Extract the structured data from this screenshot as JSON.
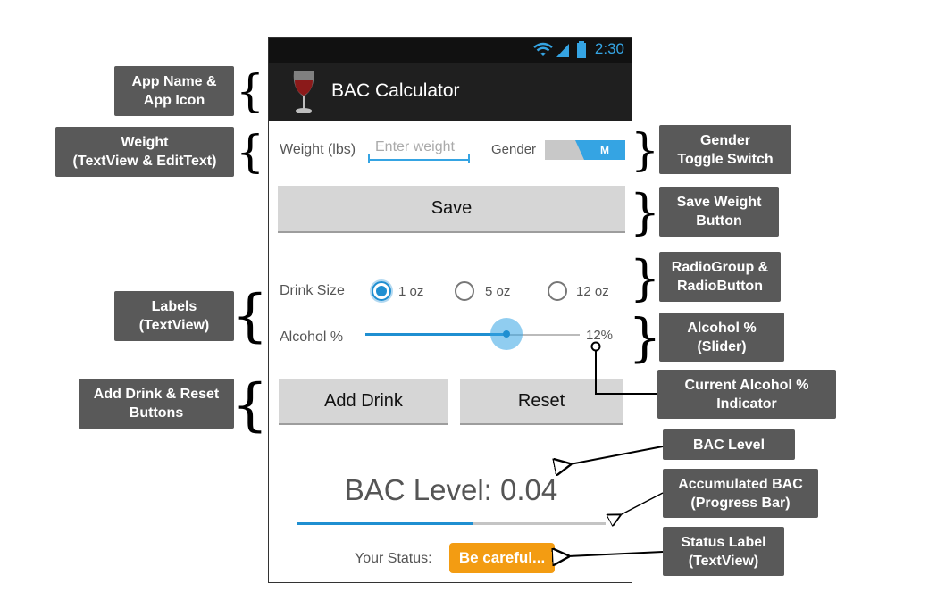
{
  "annotations": {
    "app_name": "App Name &\nApp Icon",
    "weight": "Weight\n(TextView & EditText)",
    "labels": "Labels\n(TextView)",
    "add_reset": "Add Drink & Reset\nButtons",
    "gender": "Gender\nToggle Switch",
    "save_weight": "Save Weight\nButton",
    "radio": "RadioGroup &\nRadioButton",
    "alcohol_slider": "Alcohol %\n(Slider)",
    "current_alcohol": "Current Alcohol %\nIndicator",
    "bac_level": "BAC Level",
    "accumulated_bac": "Accumulated BAC\n(Progress Bar)",
    "status_label": "Status Label\n(TextView)"
  },
  "phone": {
    "status_time": "2:30",
    "app_title": "BAC Calculator",
    "weight_label": "Weight (lbs)",
    "weight_placeholder": "Enter weight",
    "gender_label": "Gender",
    "gender_value": "M",
    "save_label": "Save",
    "drink_size_label": "Drink Size",
    "drink_sizes": [
      {
        "label": "1 oz",
        "selected": true
      },
      {
        "label": "5 oz",
        "selected": false
      },
      {
        "label": "12 oz",
        "selected": false
      }
    ],
    "alcohol_label": "Alcohol %",
    "alcohol_value_text": "12%",
    "alcohol_fraction": 0.66,
    "add_drink_label": "Add Drink",
    "reset_label": "Reset",
    "bac_text": "BAC Level: 0.04",
    "bac_progress_fraction": 0.57,
    "your_status_label": "Your Status:",
    "status_text": "Be careful..."
  },
  "colors": {
    "accent": "#35a4e3",
    "status": "#f39c12",
    "annotation_bg": "#595959"
  }
}
